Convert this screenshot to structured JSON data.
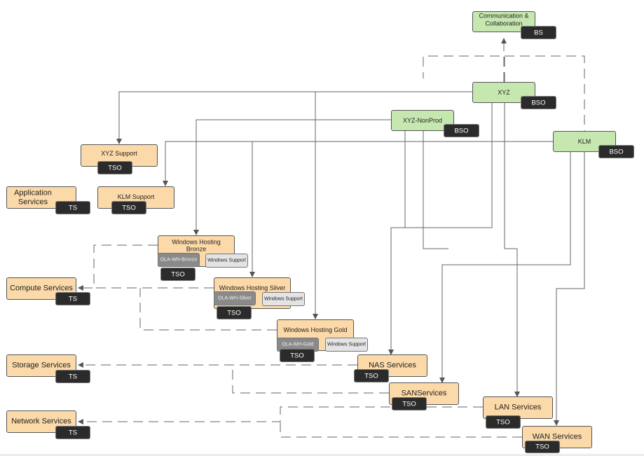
{
  "nodes": {
    "comm": {
      "label": "Communication & Collaboration",
      "tag": "BS"
    },
    "xyz": {
      "label": "XYZ",
      "tag": "BSO"
    },
    "xyz_nonprod": {
      "label": "XYZ-NonProd",
      "tag": "BSO"
    },
    "klm": {
      "label": "KLM",
      "tag": "BSO"
    },
    "xyz_support": {
      "label": "XYZ Support",
      "tag": "TSO"
    },
    "klm_support": {
      "label": "KLM Support",
      "tag": "TSO"
    },
    "app_services": {
      "label": "Application Services",
      "tag": "TS"
    },
    "compute": {
      "label": "Compute Services",
      "tag": "TS"
    },
    "storage": {
      "label": "Storage Services",
      "tag": "TS"
    },
    "network": {
      "label": "Network Services",
      "tag": "TS"
    },
    "wh_bronze": {
      "label": "Windows Hosting Bronze",
      "tag": "TSO",
      "ola": "OLA-WH-Bronze",
      "support": "Windows Support"
    },
    "wh_silver": {
      "label": "Windows Hosting Silver",
      "tag": "TSO",
      "ola": "OLA-WH-Silver",
      "support": "Windows Support"
    },
    "wh_gold": {
      "label": "Windows Hosting Gold",
      "tag": "TSO",
      "ola": "OLA-WH-Gold",
      "support": "Windows Support"
    },
    "nas": {
      "label": "NAS Services",
      "tag": "TSO"
    },
    "san": {
      "label": "SANServices",
      "tag": "TSO"
    },
    "lan": {
      "label": "LAN Services",
      "tag": "TSO"
    },
    "wan": {
      "label": "WAN Services",
      "tag": "TSO"
    }
  }
}
